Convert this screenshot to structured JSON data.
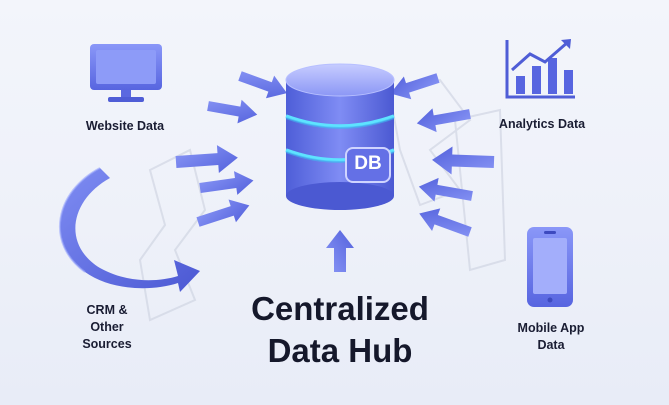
{
  "hub": {
    "title_line1": "Centralized",
    "title_line2": "Data Hub",
    "db_badge": "DB"
  },
  "sources": {
    "website": {
      "label": "Website Data",
      "icon": "monitor-icon"
    },
    "analytics": {
      "label": "Analytics Data",
      "icon": "bar-chart-trend-icon"
    },
    "crm_line1": "CRM &",
    "crm_line2": "Other",
    "crm_line3": "Sources",
    "mobile_line1": "Mobile App",
    "mobile_line2": "Data"
  },
  "colors": {
    "accent": "#5b6ae0",
    "accent_light": "#8e9bf5",
    "cylinder": "#6f7ef0",
    "glow": "#5ee3ff",
    "text": "#15182b"
  }
}
